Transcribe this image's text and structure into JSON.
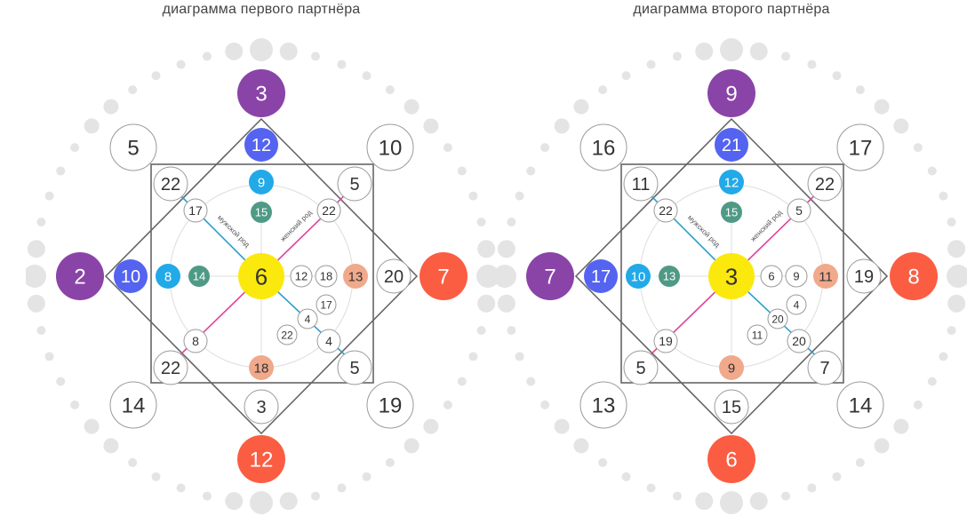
{
  "colors": {
    "purple": "#8a44a8",
    "blue": "#5463f0",
    "lightblue": "#22a9e8",
    "teal": "#4f9a84",
    "yellow": "#fbe90e",
    "salmon": "#f0a98b",
    "red": "#fb5d43",
    "outline": "#666666",
    "dots": "#e4e4e4",
    "male_line": "#2a9fd0",
    "female_line": "#e0439a"
  },
  "line_labels": {
    "male": "мужской род",
    "female": "женский род"
  },
  "diagrams": [
    {
      "title": "диаграмма первого партнёра",
      "center": "6",
      "outer": {
        "top": "3",
        "left": "2",
        "right": "7",
        "bottom": "12",
        "top_left": "5",
        "top_right": "10",
        "bottom_left": "14",
        "bottom_right": "19"
      },
      "ring2": {
        "top": "12",
        "left": "10",
        "right": "20",
        "bottom": "3",
        "top_left": "22",
        "top_right": "5",
        "bottom_left": "22",
        "bottom_right": "5"
      },
      "ring3": {
        "top": "9",
        "left": "8",
        "right": "13",
        "bottom": "18",
        "top_left": "17",
        "top_right": "22",
        "bottom_left": "8",
        "bottom_right": "4"
      },
      "ring4": {
        "top": "15",
        "left": "14"
      },
      "extra": {
        "right_a": "12",
        "right_b": "18",
        "mid_a": "17",
        "mid_b": "4",
        "mid_c": "22"
      }
    },
    {
      "title": "диаграмма второго партнёра",
      "center": "3",
      "outer": {
        "top": "9",
        "left": "7",
        "right": "8",
        "bottom": "6",
        "top_left": "16",
        "top_right": "17",
        "bottom_left": "13",
        "bottom_right": "14"
      },
      "ring2": {
        "top": "21",
        "left": "17",
        "right": "19",
        "bottom": "15",
        "top_left": "11",
        "top_right": "22",
        "bottom_left": "5",
        "bottom_right": "7"
      },
      "ring3": {
        "top": "12",
        "left": "10",
        "right": "11",
        "bottom": "9",
        "top_left": "22",
        "top_right": "5",
        "bottom_left": "19",
        "bottom_right": "20"
      },
      "ring4": {
        "top": "15",
        "left": "13"
      },
      "extra": {
        "right_a": "6",
        "right_b": "9",
        "mid_a": "4",
        "mid_b": "20",
        "mid_c": "11"
      }
    }
  ]
}
